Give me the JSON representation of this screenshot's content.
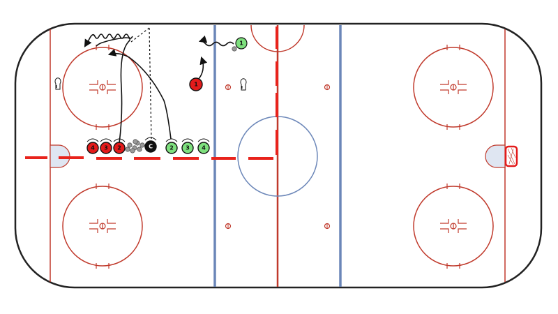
{
  "colors": {
    "boards": "#222222",
    "rink_lines": "#c0392b",
    "blue_line": "#6b86b8",
    "center_red_dash": "#e8231c",
    "team_green": "#7ee07e",
    "team_red": "#e31b1b",
    "coach_black": "#111111",
    "puck_gray": "#9a9a9a",
    "crease_fill": "#dfe6f2"
  },
  "players": {
    "green_1": "1",
    "green_2": "2",
    "green_3": "3",
    "green_4": "4",
    "red_4": "4",
    "red_3": "3",
    "red_2": "2",
    "red_1": "1",
    "coach": "C"
  }
}
